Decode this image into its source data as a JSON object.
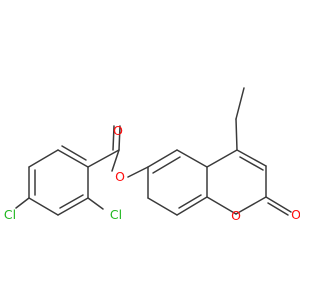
{
  "molecule": {
    "atoms": {
      "carbonyl_oxygen": {
        "symbol": "O",
        "color": "#ff0d0d"
      },
      "ester_oxygen": {
        "symbol": "O",
        "color": "#ff0d0d"
      },
      "ring_oxygen": {
        "symbol": "O",
        "color": "#ff0d0d"
      },
      "lactone_oxygen": {
        "symbol": "O",
        "color": "#ff0d0d"
      },
      "chlorine_2": {
        "symbol": "Cl",
        "color": "#1fb81f"
      },
      "chlorine_4": {
        "symbol": "Cl",
        "color": "#1fb81f"
      }
    },
    "bond_color": "#3a3a3a"
  }
}
